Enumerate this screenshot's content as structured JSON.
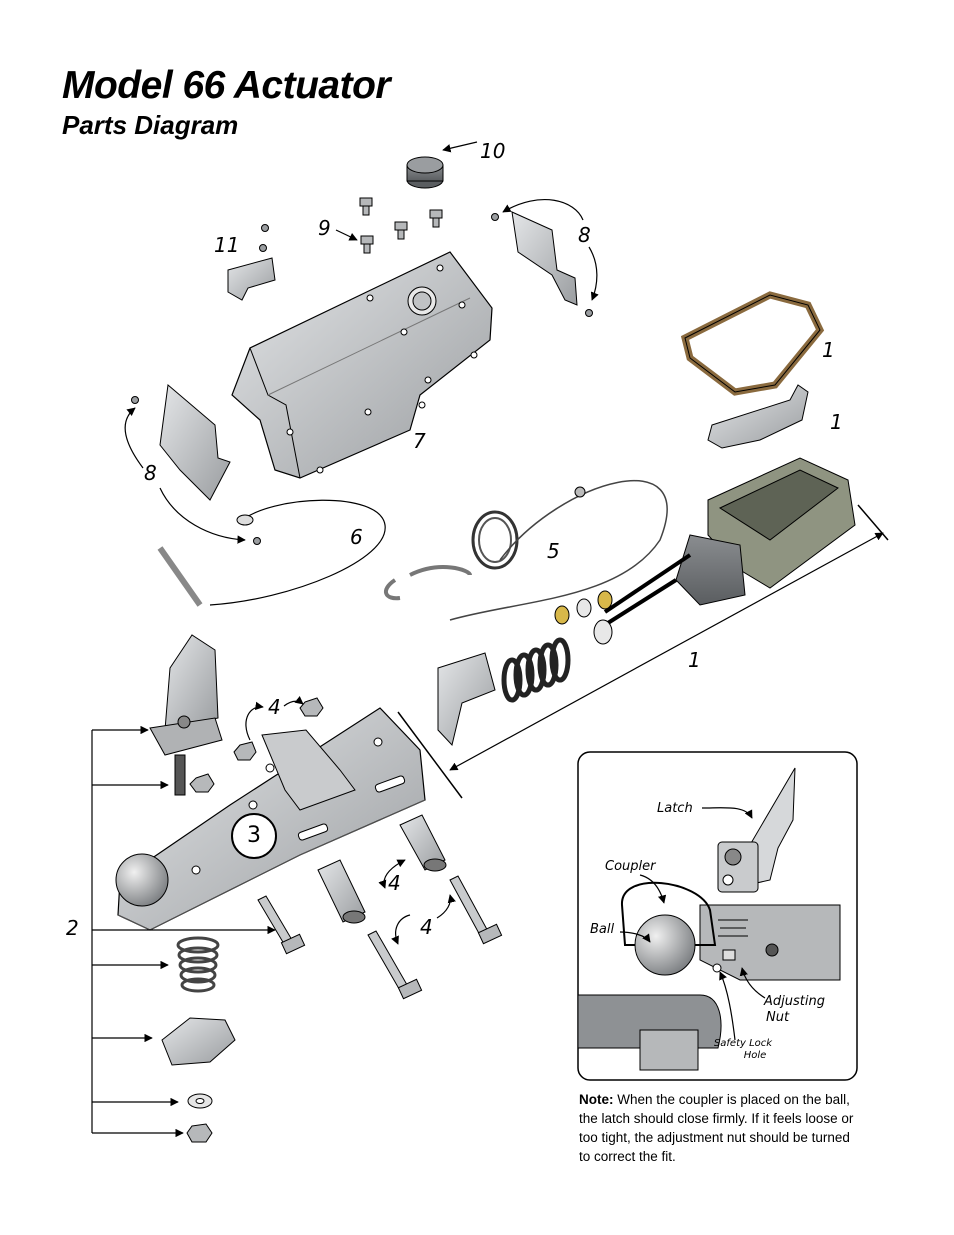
{
  "header": {
    "title": "Model 66 Actuator",
    "subtitle": "Parts Diagram"
  },
  "callouts": {
    "c1a": "1",
    "c1b": "1",
    "c1c": "1",
    "c2": "2",
    "c3": "3",
    "c4a": "4",
    "c4b": "4",
    "c4c": "4",
    "c5": "5",
    "c6": "6",
    "c7": "7",
    "c8a": "8",
    "c8b": "8",
    "c9": "9",
    "c10": "10",
    "c11": "11"
  },
  "inset": {
    "latch": "Latch",
    "coupler": "Coupler",
    "ball": "Ball",
    "adjusting_nut_line1": "Adjusting",
    "adjusting_nut_line2": "Nut",
    "safety_lock_line1": "Safety Lock",
    "safety_lock_line2": "Hole"
  },
  "note": {
    "label": "Note:",
    "text": "When the coupler is placed on the ball, the latch should close firmly.  If it feels loose or too tight, the adjustment nut should be turned to correct the fit."
  },
  "colors": {
    "metal": "#c8cacc",
    "metal_dark": "#8e9194",
    "rubber": "#3a3a3a",
    "gasket": "#c9a37a",
    "outline": "#000000"
  }
}
